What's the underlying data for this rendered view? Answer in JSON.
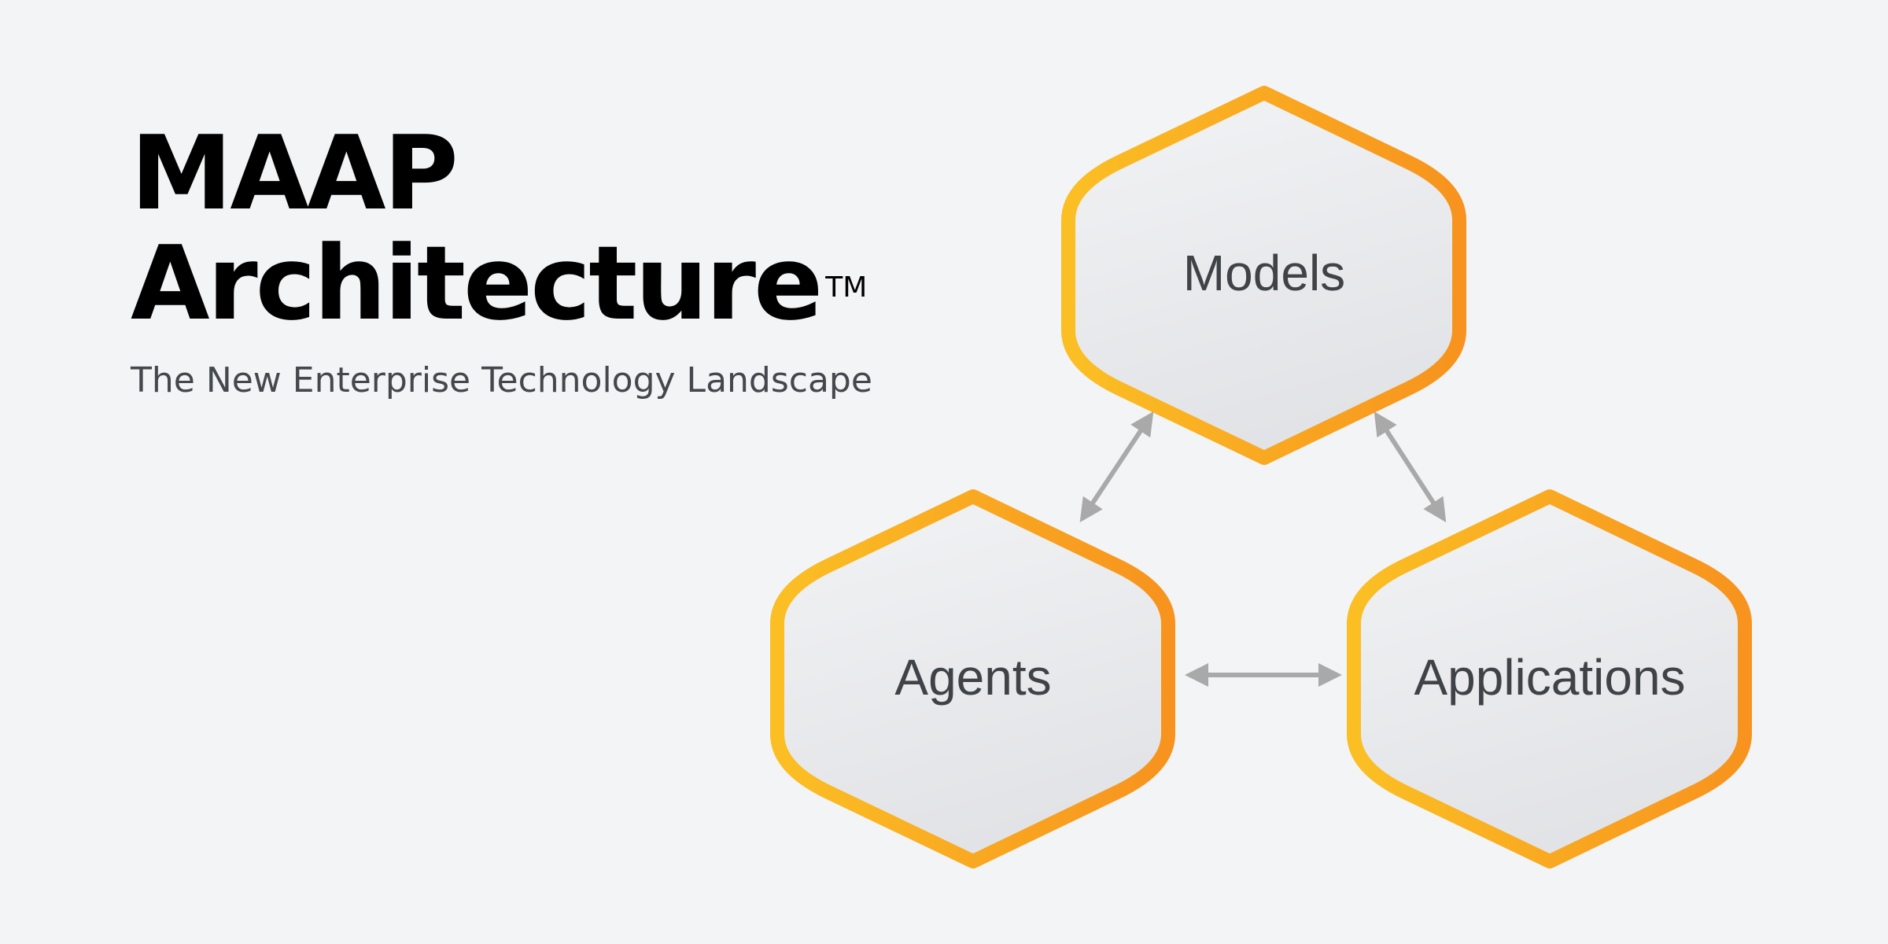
{
  "header": {
    "title_line1": "MAAP",
    "title_line2": "Architecture",
    "trademark": "TM",
    "subtitle": "The New Enterprise Technology Landscape"
  },
  "diagram": {
    "nodes": [
      {
        "id": "models",
        "label": "Models"
      },
      {
        "id": "agents",
        "label": "Agents"
      },
      {
        "id": "applications",
        "label": "Applications"
      }
    ],
    "connections": [
      {
        "from": "agents",
        "to": "models",
        "direction": "bidirectional"
      },
      {
        "from": "models",
        "to": "applications",
        "direction": "bidirectional"
      },
      {
        "from": "agents",
        "to": "applications",
        "direction": "bidirectional"
      }
    ],
    "colors": {
      "border_start": "#fbbf24",
      "border_end": "#f7931e",
      "fill_light": "#f2f3f5",
      "fill_dark": "#e2e3e6",
      "arrow": "#a9a9a9"
    }
  }
}
